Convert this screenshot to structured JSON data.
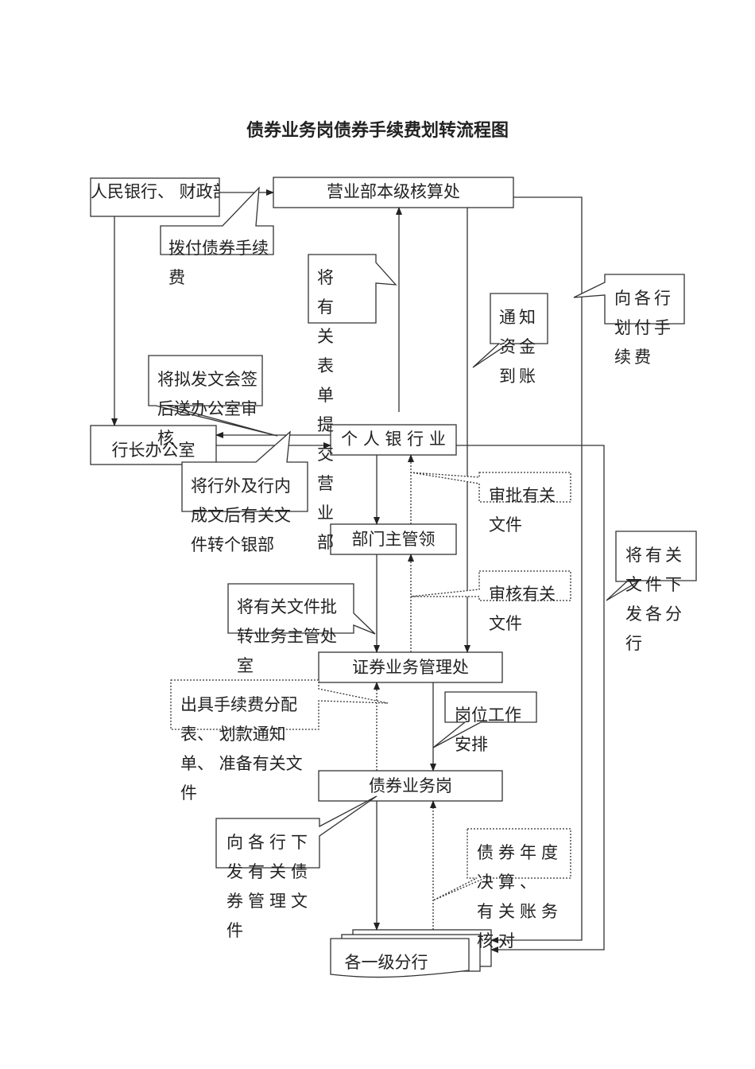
{
  "title": "债券业务岗债券手续费划转流程图",
  "nodes": {
    "pboc": "人民银行、 财政部",
    "business_accounting": "营业部本级核算处",
    "president_office": "行长办公室",
    "personal_banking": "个 人 银 行 业",
    "dept_leader": "部门主管领",
    "securities_mgmt": "证券业务管理处",
    "bond_post": "债券业务岗",
    "branches": "各一级分行"
  },
  "notes": {
    "allocate_fee": "拨付债券手续费",
    "submit_forms": "将 有关 表单 提交 营业部",
    "notify_funds": "通知资金到账",
    "allocate_to_banks": "向各行划付手续费",
    "draft_review": "将拟发文会签后送办公室审核",
    "forward_docs": "将行外及行内成文后有关文件转个银部",
    "approve_docs": "审批有关文件",
    "review_docs": "审核有关文件",
    "issue_to_branches": "将有关文件下发各分行",
    "forward_to_dept": "将有关文件批转业务主管处室",
    "prepare_fee": "出具手续费分配表、 划款通知单、 准备有关文件",
    "job_arrangement": "岗位工作安排",
    "issue_bond_docs": "向各行下发有关债券管理文件",
    "annual_settlement": "债券年度决算、 有关账务核对"
  }
}
